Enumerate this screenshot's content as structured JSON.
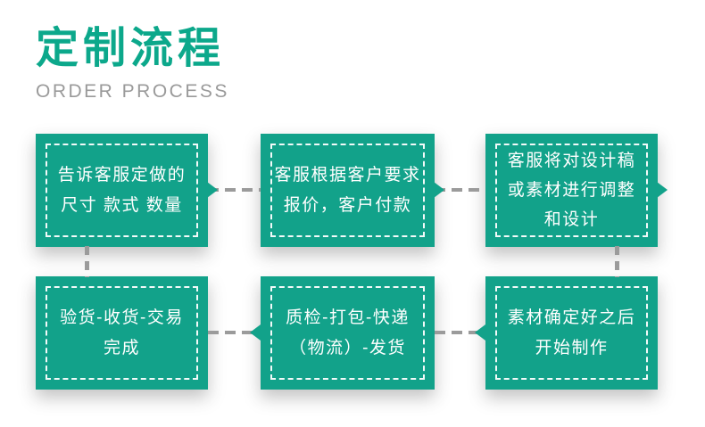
{
  "header": {
    "title": "定制流程",
    "subtitle": "ORDER PROCESS"
  },
  "colors": {
    "green": "#12a28a",
    "title-green": "#0ca88b",
    "dash-gray": "#9b9b9b",
    "subtitle-gray": "#9a9a9a",
    "box-text": "#ffffff",
    "page-bg": "#ffffff"
  },
  "flow": {
    "steps": [
      {
        "label": "step-1",
        "text": "告诉客服定做的\n尺寸 款式 数量"
      },
      {
        "label": "step-2",
        "text": "客服根据客户要求\n报价，客户付款"
      },
      {
        "label": "step-3",
        "text": "客服将对设计稿\n或素材进行调整\n和设计"
      },
      {
        "label": "step-4",
        "text": "验货-收货-交易\n完成"
      },
      {
        "label": "step-5",
        "text": "质检-打包-快递\n（物流）-发货"
      },
      {
        "label": "step-6",
        "text": "素材确定好之后\n开始制作"
      }
    ]
  }
}
